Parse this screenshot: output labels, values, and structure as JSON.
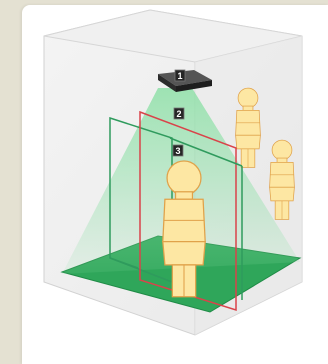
{
  "diagram": {
    "labels": [
      {
        "id": "1",
        "text": "1"
      },
      {
        "id": "2",
        "text": "2"
      },
      {
        "id": "3",
        "text": "3"
      }
    ],
    "colors": {
      "background": "#e4e1d2",
      "panel": "#ffffff",
      "room_edge": "#cfcfcf",
      "floor": "#2fa65a",
      "beam": "#7ed39a",
      "figure_fill": "#fde7a3",
      "figure_stroke": "#e0a24a",
      "frame_red": "#d9434a",
      "frame_green": "#2f9b5d",
      "sensor": "#2b2b2b",
      "label_bg": "#262626"
    },
    "icons": [
      "overhead-sensor-icon",
      "person-icon"
    ]
  }
}
